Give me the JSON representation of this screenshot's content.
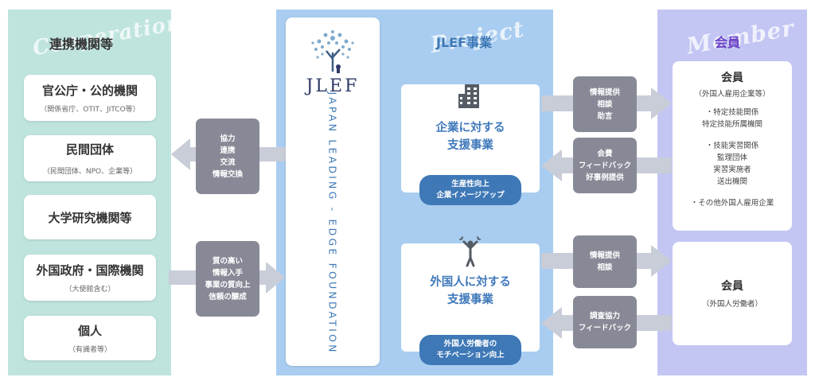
{
  "cooperation": {
    "script_label": "Cooperation",
    "title": "連携機関等",
    "items": [
      {
        "title": "官公庁・公的機関",
        "sub": "（関係省庁、OTIT、JITCO等）"
      },
      {
        "title": "民間団体",
        "sub": "（民間団体、NPO、企業等）"
      },
      {
        "title": "大学研究機関等",
        "sub": ""
      },
      {
        "title": "外国政府・国際機関",
        "sub": "（大使館含む）"
      },
      {
        "title": "個人",
        "sub": "（有識者等）"
      }
    ]
  },
  "flows_left": {
    "outbound": [
      "協力",
      "連携",
      "交流",
      "情報交換"
    ],
    "inbound": [
      "質の高い",
      "情報入手",
      "事業の質向上",
      "信頼の醸成"
    ]
  },
  "jlef": {
    "logo_text": "JLEF",
    "vertical_name": "JAPAN LEADING - EDGE FOUNDATION"
  },
  "project": {
    "script_label": "Project",
    "title": "JLEF事業",
    "company": {
      "icon": "building-icon",
      "title_lines": [
        "企業に対する",
        "支援事業"
      ],
      "pill_lines": [
        "生産性向上",
        "企業イメージアップ"
      ]
    },
    "foreigner": {
      "icon": "person-cheer-icon",
      "title_lines": [
        "外国人に対する",
        "支援事業"
      ],
      "pill_lines": [
        "外国人労働者の",
        "モチベーション向上"
      ]
    }
  },
  "flows_right": {
    "company_out": [
      "情報提供",
      "相談",
      "助言"
    ],
    "company_in": [
      "会費",
      "フィードバック",
      "好事例提供"
    ],
    "foreigner_out": [
      "情報提供",
      "相談"
    ],
    "foreigner_in": [
      "調査協力",
      "フィードバック"
    ]
  },
  "member": {
    "script_label": "Member",
    "title": "会員",
    "company_member": {
      "title": "会員",
      "sub": "（外国人雇用企業等）",
      "lines": [
        "・特定技能関係",
        "特定技能所属機関",
        "",
        "・技能実習関係",
        "監理団体",
        "実習実施者",
        "送出機関",
        "",
        "・その他外国人雇用企業"
      ]
    },
    "worker_member": {
      "title": "会員",
      "sub": "（外国人労働者）"
    }
  },
  "colors": {
    "coop_bg": "#bfe4de",
    "project_bg": "#a9cdf0",
    "member_bg": "#c3c6f3",
    "accent_blue": "#3e78b6",
    "member_title": "#6a40c4",
    "grey_box": "#878a96"
  }
}
